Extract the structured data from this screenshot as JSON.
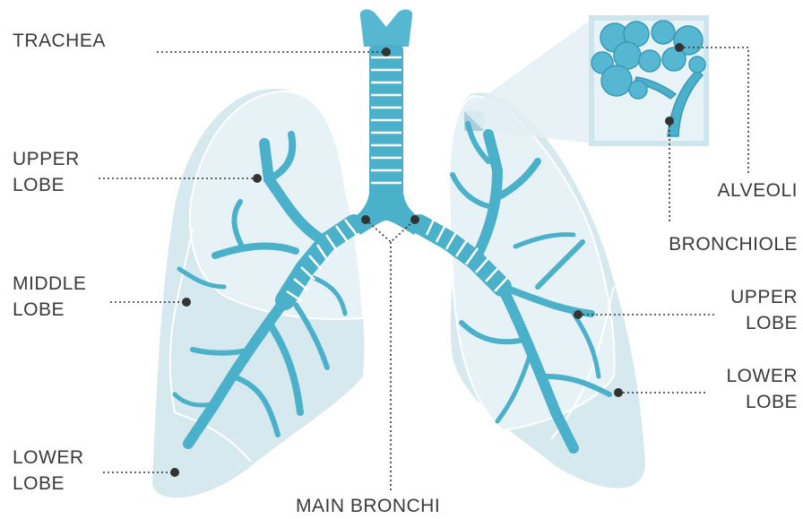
{
  "labels": {
    "trachea": "TRACHEA",
    "left_upper_lobe": [
      "UPPER",
      "LOBE"
    ],
    "left_middle_lobe": [
      "MIDDLE",
      "LOBE"
    ],
    "left_lower_lobe": [
      "LOWER",
      "LOBE"
    ],
    "main_bronchi": "MAIN BRONCHI",
    "alveoli": "ALVEOLI",
    "bronchiole": "BRONCHIOLE",
    "right_upper_lobe": [
      "UPPER",
      "LOBE"
    ],
    "right_lower_lobe": [
      "LOWER",
      "LOBE"
    ]
  },
  "colors": {
    "lung_fill": "#d6e9ef",
    "lobe_fill": "#e7f2f6",
    "airway": "#4bb0ca",
    "airway_dark": "#3a9ab5",
    "alveoli": "#55b7d1",
    "leader": "#333333",
    "text": "#3a3a3a"
  }
}
